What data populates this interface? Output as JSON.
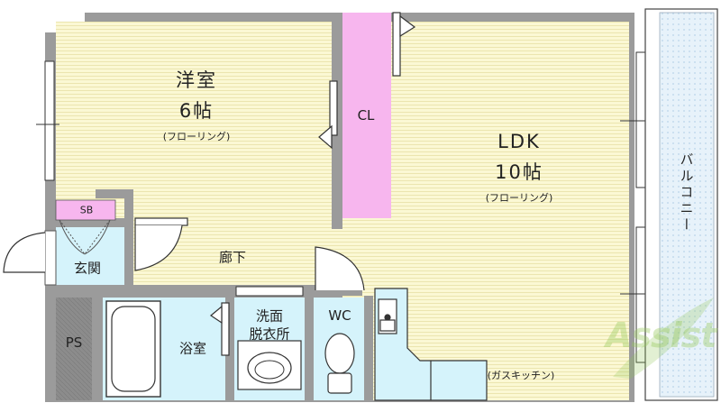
{
  "rooms": {
    "western": {
      "name": "洋室",
      "size": "6帖",
      "floor": "(フローリング)"
    },
    "ldk": {
      "name": "LDK",
      "size": "10帖",
      "floor": "(フローリング)"
    },
    "closet": "CL",
    "shoe_box": "SB",
    "entrance": "玄関",
    "hallway": "廊下",
    "ps": "PS",
    "bath": "浴室",
    "washroom_line1": "洗面",
    "washroom_line2": "脱衣所",
    "wc": "WC",
    "kitchen": "(ガスキッチン)",
    "balcony": "バルコニー"
  },
  "watermark": "Assist",
  "colors": {
    "ldk_floor": "#fdfbd8",
    "western_floor": "#faf7d2",
    "wall": "#9b9b9b",
    "closet": "#f7b6ee",
    "wet_area": "#d5f3fb",
    "balcony": "#e2f0f9",
    "ps": "#8a8a8a"
  }
}
